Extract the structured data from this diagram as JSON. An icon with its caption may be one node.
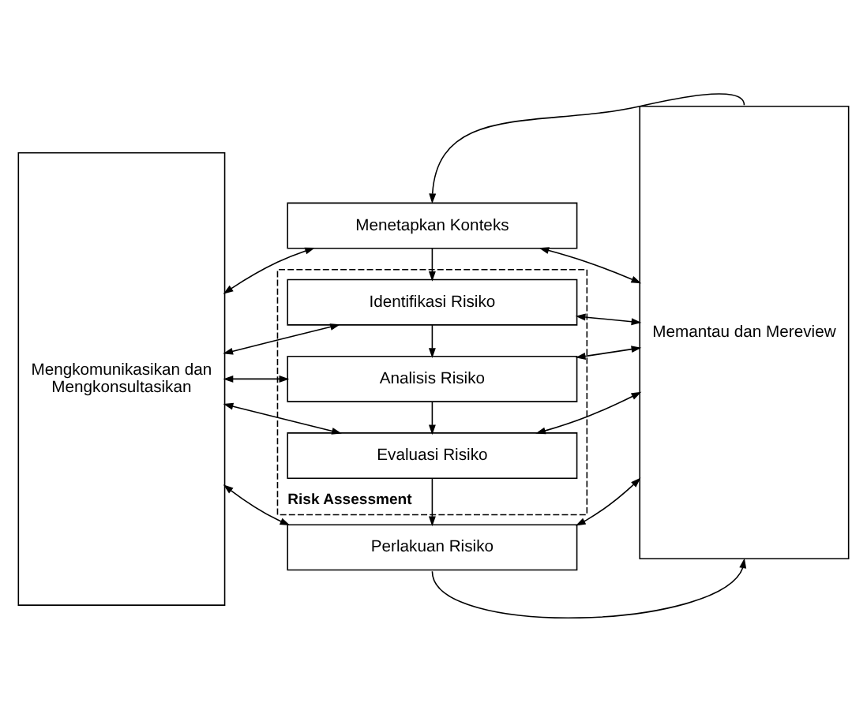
{
  "diagram": {
    "nodes": [
      {
        "text": [
          "Mengkomunikasikan dan Mengkonsultasikan"
        ]
      },
      {
        "text": [
          "Menetapkan Konteks"
        ]
      },
      {
        "text": [
          "Risk Assessment"
        ]
      },
      {
        "text": [
          "Identifikasi Risiko"
        ],
        "in": 2
      },
      {
        "text": [
          "Analisis Risiko"
        ],
        "in": 2
      },
      {
        "text": [
          "Evaluasi Risiko"
        ],
        "in": 2
      },
      {
        "text": [
          "Perlakuan Risiko"
        ]
      },
      {
        "text": [
          "Memantau dan Mereview"
        ]
      }
    ],
    "edges": [
      {
        "from": 0,
        "to": 1,
        "arrow": "both"
      },
      {
        "from": 1,
        "to": 7,
        "arrow": "both"
      },
      {
        "from": 1,
        "to": 3,
        "arrow": "to"
      },
      {
        "from": 0,
        "to": 3,
        "arrow": "both"
      },
      {
        "from": 3,
        "to": 7,
        "arrow": "both"
      },
      {
        "from": 3,
        "to": 4,
        "arrow": "to"
      },
      {
        "from": 0,
        "to": 4,
        "arrow": "both"
      },
      {
        "from": 4,
        "to": 7,
        "arrow": "both"
      },
      {
        "from": 4,
        "to": 5,
        "arrow": "to"
      },
      {
        "from": 0,
        "to": 5,
        "arrow": "both"
      },
      {
        "from": 5,
        "to": 7,
        "arrow": "both"
      },
      {
        "from": 5,
        "to": 6,
        "arrow": "to"
      },
      {
        "from": 0,
        "to": 6,
        "arrow": "both"
      },
      {
        "from": 6,
        "to": 7,
        "arrow": "both"
      },
      {
        "from": 7,
        "to": 1,
        "arrow": "to"
      },
      {
        "from": 6,
        "to": 7,
        "arrow": "to"
      }
    ]
  }
}
